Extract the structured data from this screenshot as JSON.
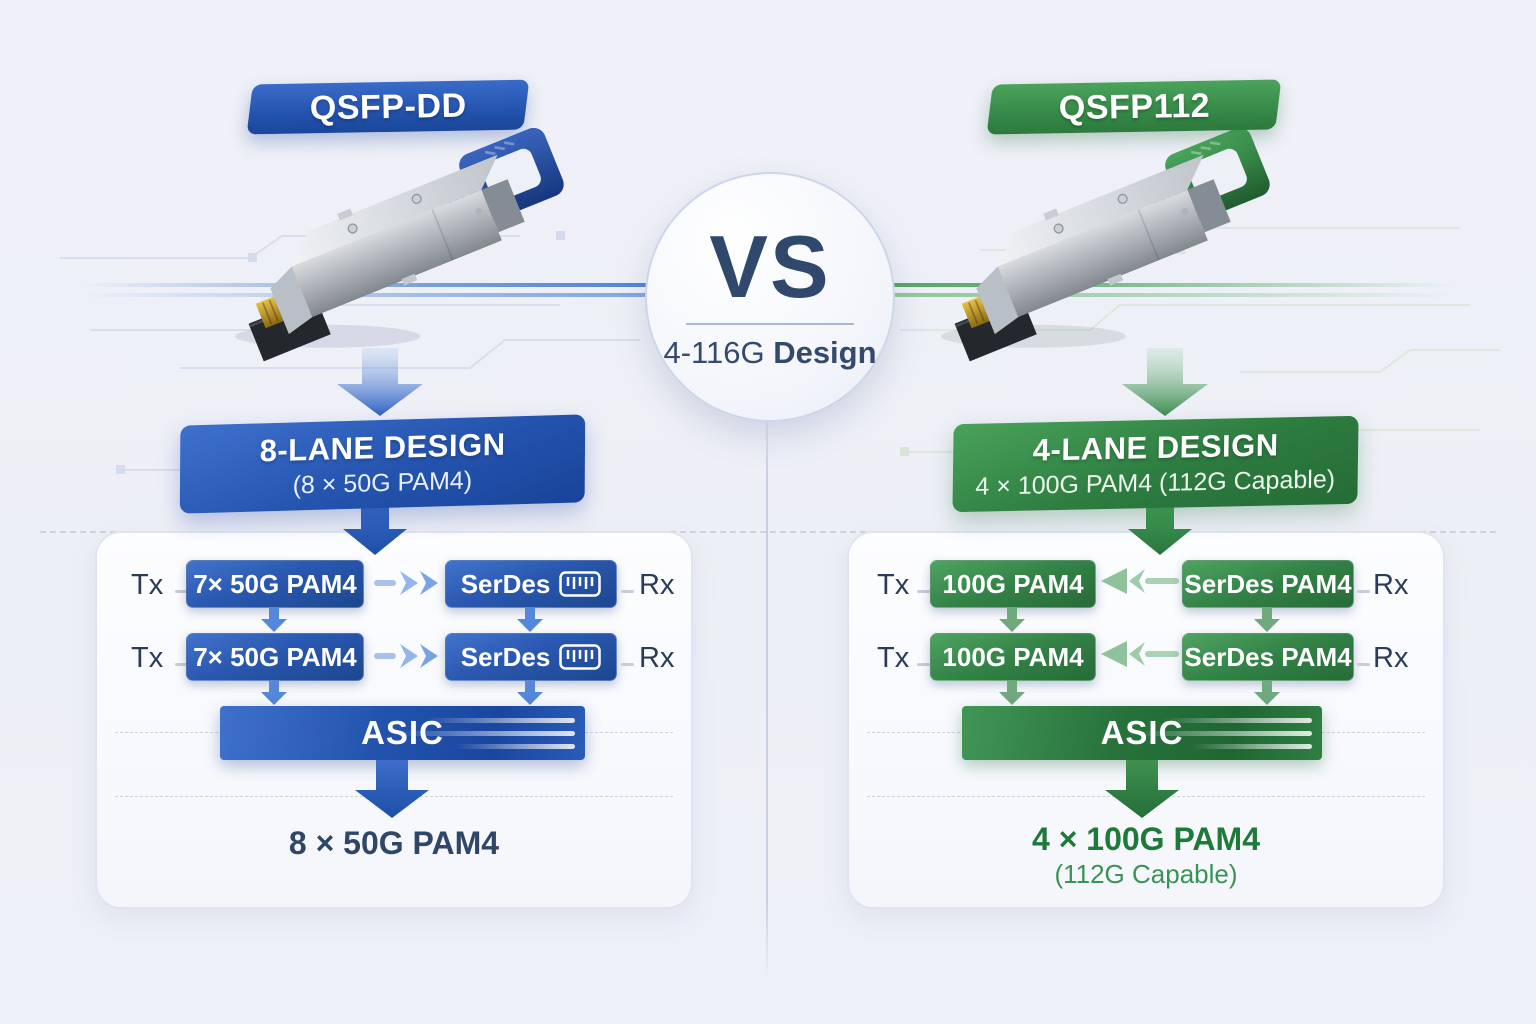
{
  "colors": {
    "blue_accent": "#2a5cb8",
    "green_accent": "#3d9150",
    "navy_text": "#2e4668",
    "green_text": "#1e7a39",
    "background": "#eef0f7"
  },
  "icons": {
    "left_module": "qsfp-dd-transceiver-illustration",
    "right_module": "qsfp112-transceiver-illustration",
    "serdes_connector": "serdes-connector-icon",
    "down_arrow": "down-arrow-icon",
    "double_chevron_right": "double-chevron-right-arrow-icon",
    "left_flow_arrow": "left-arrow-icon"
  },
  "center": {
    "vs_label": "VS",
    "subtitle_prefix": "4-116G",
    "subtitle_bold": "Design"
  },
  "left": {
    "header_label": "QSFP-DD",
    "banner_title": "8-LANE DESIGN",
    "banner_subtitle": "(8 × 50G PAM4)",
    "rows": [
      {
        "tx": "Tx",
        "lane": "7× 50G PAM4",
        "serdes": "SerDes",
        "rx": "Rx"
      },
      {
        "tx": "Tx",
        "lane": "7× 50G PAM4",
        "serdes": "SerDes",
        "rx": "Rx"
      }
    ],
    "asic_label": "ASIC",
    "output_line1": "8 × 50G PAM4"
  },
  "right": {
    "header_label": "QSFP112",
    "banner_title": "4-LANE DESIGN",
    "banner_subtitle": "4 × 100G PAM4 (112G Capable)",
    "rows": [
      {
        "tx": "Tx",
        "lane": "100G PAM4",
        "serdes": "SerDes PAM4",
        "rx": "Rx"
      },
      {
        "tx": "Tx",
        "lane": "100G PAM4",
        "serdes": "SerDes PAM4",
        "rx": "Rx"
      }
    ],
    "asic_label": "ASIC",
    "output_line1": "4 × 100G PAM4",
    "output_line2": "(112G Capable)"
  }
}
